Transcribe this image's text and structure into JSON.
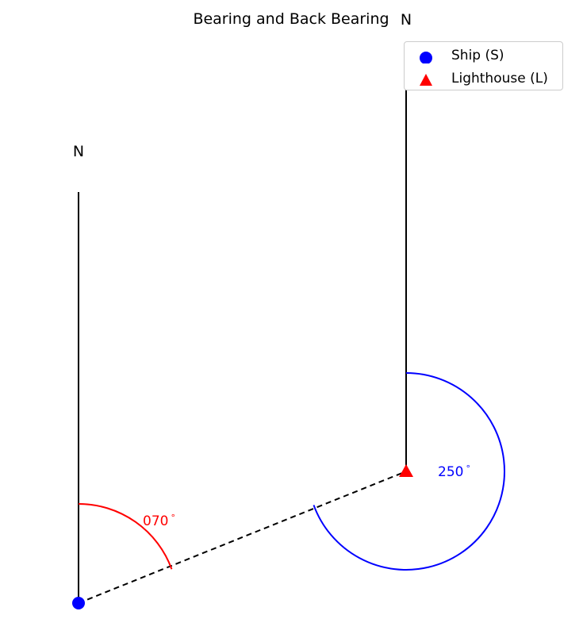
{
  "title": "Bearing and Back Bearing",
  "north_labels": {
    "ship": "N",
    "lighthouse": "N"
  },
  "bearings": {
    "ship_to_lighthouse": {
      "label": "070",
      "degrees": 70,
      "color": "#ff0000"
    },
    "lighthouse_to_ship": {
      "label": "250",
      "degrees": 250,
      "color": "#0000ff"
    }
  },
  "degree_symbol": "°",
  "legend": {
    "placement": "upper right",
    "items": [
      {
        "label": "Ship (S)",
        "marker": "circle",
        "color": "#0000ff"
      },
      {
        "label": "Lighthouse (L)",
        "marker": "triangle",
        "color": "#ff0000"
      }
    ]
  },
  "colors": {
    "north_line": "#000000",
    "course_line": "#000000"
  }
}
